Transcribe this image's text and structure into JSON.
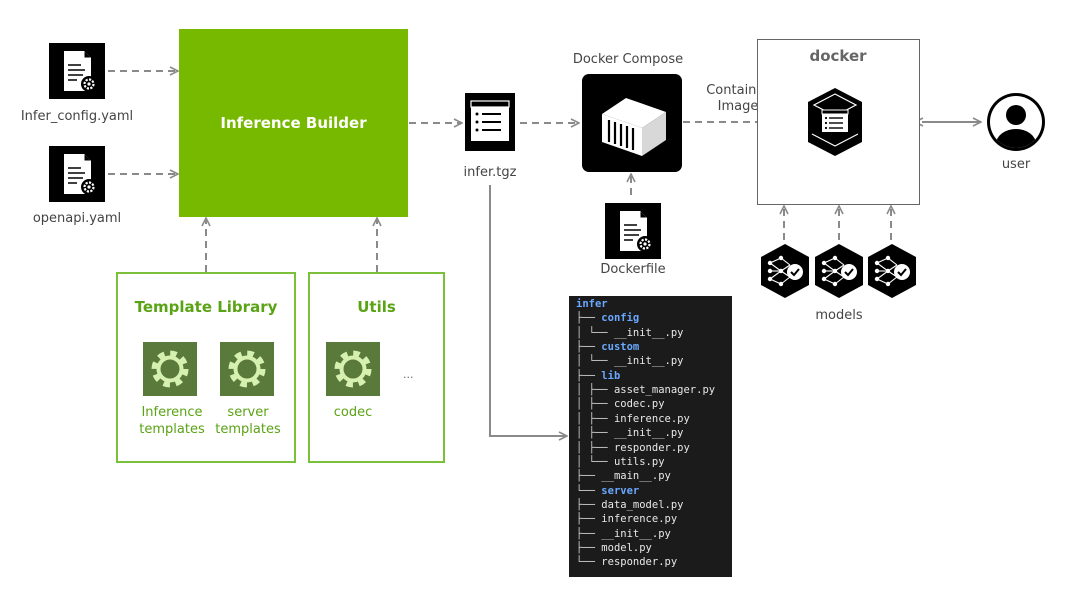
{
  "inputs": {
    "infer_config": "Infer_config.yaml",
    "openapi": "openapi.yaml"
  },
  "builder": {
    "title": "Inference Builder"
  },
  "template_library": {
    "title": "Template Library",
    "items": [
      {
        "label_line1": "Inference",
        "label_line2": "templates"
      },
      {
        "label_line1": "server",
        "label_line2": "templates"
      }
    ]
  },
  "utils": {
    "title": "Utils",
    "items": [
      {
        "label": "codec"
      }
    ],
    "more": "..."
  },
  "artifact": {
    "label": "infer.tgz"
  },
  "compose": {
    "title": "Docker Compose"
  },
  "dockerfile": {
    "label": "Dockerfile"
  },
  "container_image": {
    "line1": "Container",
    "line2": "Image"
  },
  "docker": {
    "title": "docker"
  },
  "models": {
    "label": "models"
  },
  "user": {
    "label": "user"
  },
  "tree": {
    "lines": [
      {
        "prefix": "",
        "name": "infer",
        "dir": true
      },
      {
        "prefix": "├── ",
        "name": "config",
        "dir": true
      },
      {
        "prefix": "│   └── ",
        "name": "__init__.py",
        "dir": false
      },
      {
        "prefix": "├── ",
        "name": "custom",
        "dir": true
      },
      {
        "prefix": "│   └── ",
        "name": "__init__.py",
        "dir": false
      },
      {
        "prefix": "├── ",
        "name": "lib",
        "dir": true
      },
      {
        "prefix": "│   ├── ",
        "name": "asset_manager.py",
        "dir": false
      },
      {
        "prefix": "│   ├── ",
        "name": "codec.py",
        "dir": false
      },
      {
        "prefix": "│   ├── ",
        "name": "inference.py",
        "dir": false
      },
      {
        "prefix": "│   ├── ",
        "name": "__init__.py",
        "dir": false
      },
      {
        "prefix": "│   ├── ",
        "name": "responder.py",
        "dir": false
      },
      {
        "prefix": "│   └── ",
        "name": "utils.py",
        "dir": false
      },
      {
        "prefix": "├── ",
        "name": "__main__.py",
        "dir": false
      },
      {
        "prefix": "└── ",
        "name": "server",
        "dir": true
      },
      {
        "prefix": "    ├── ",
        "name": "data_model.py",
        "dir": false
      },
      {
        "prefix": "    ├── ",
        "name": "inference.py",
        "dir": false
      },
      {
        "prefix": "    ├── ",
        "name": "__init__.py",
        "dir": false
      },
      {
        "prefix": "    ├── ",
        "name": "model.py",
        "dir": false
      },
      {
        "prefix": "    └── ",
        "name": "responder.py",
        "dir": false
      }
    ]
  },
  "colors": {
    "nvidia_green": "#76b900",
    "dark_green": "#5a7a3c",
    "arrow_gray": "#8a8a8a",
    "tree_bg": "#1b1b1b",
    "tree_dir": "#6aa8ff"
  },
  "icons": [
    "yaml-file-icon",
    "gear-icon",
    "archive-icon",
    "container-icon",
    "neural-network-icon",
    "user-icon"
  ]
}
